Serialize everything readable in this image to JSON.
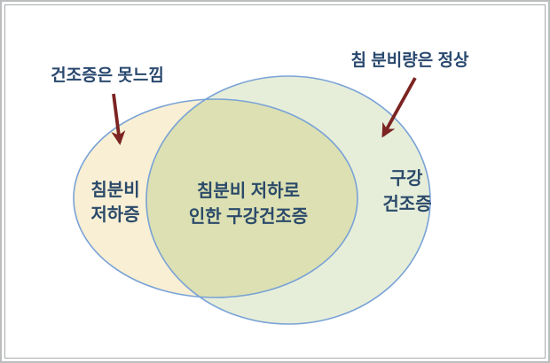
{
  "diagram": {
    "type": "venn",
    "annotations": {
      "left": "건조증은 못느낌",
      "right": "침 분비량은 정상"
    },
    "sets": {
      "left": {
        "label_line1": "침분비",
        "label_line2": "저하증",
        "fill": "#f8efd4"
      },
      "right": {
        "label_line1": "구강",
        "label_line2": "건조증",
        "fill": "#e6eeda"
      },
      "intersection": {
        "label_line1": "침분비 저하로",
        "label_line2": "인한 구강건조증",
        "fill": "#dce0b2"
      }
    },
    "colors": {
      "ellipse_stroke": "#79a2d6",
      "label_text": "#2b4a6a",
      "annotation_text": "#29486e",
      "arrow": "#7b2422",
      "frame_outer": "#bbbdbf",
      "frame_inner": "#a8aaac"
    }
  }
}
